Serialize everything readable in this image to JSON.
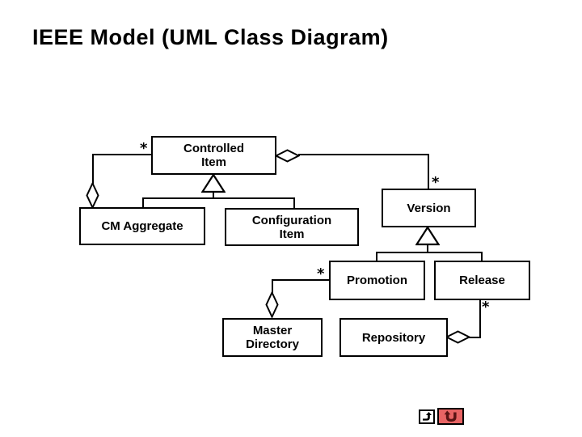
{
  "title": "IEEE Model (UML Class Diagram)",
  "classes": {
    "controlled_item": "Controlled\nItem",
    "cm_aggregate": "CM Aggregate",
    "configuration_item": "Configuration\nItem",
    "version": "Version",
    "promotion": "Promotion",
    "release": "Release",
    "master_directory": "Master\nDirectory",
    "repository": "Repository"
  },
  "multiplicities": {
    "controlled_item_end": "*",
    "version_end": "*",
    "promotion_end": "*",
    "release_end": "*"
  },
  "relationships": [
    "CM Aggregate aggregates Controlled Item (*)",
    "Controlled Item aggregates Version (*)",
    "CM Aggregate and Configuration Item inherit from Controlled Item",
    "Promotion and Release inherit from Version",
    "Master Directory aggregates Promotion (*)",
    "Repository aggregates Release (*)"
  ],
  "colors": {
    "background": "#ffffff",
    "line": "#000000",
    "nav_button_red": "#e86464",
    "nav_arrow_dark": "#5a1414"
  },
  "nav": {
    "forward_icon": "forward-action-arrow",
    "return_icon": "return-action-arrow"
  }
}
